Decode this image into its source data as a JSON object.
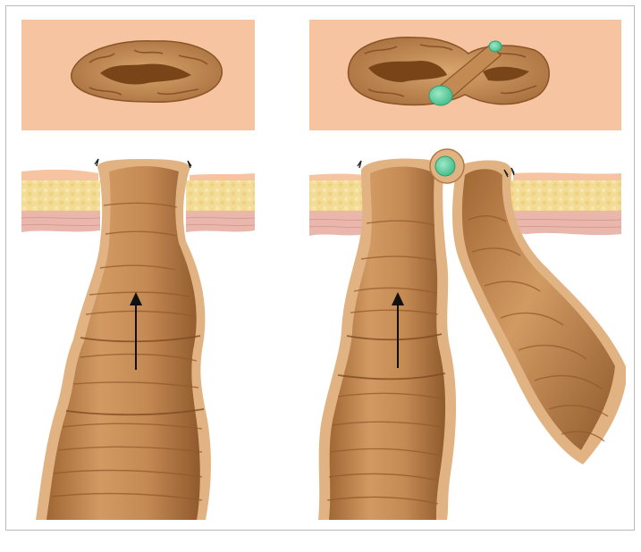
{
  "figure": {
    "panels": [
      {
        "id": "left",
        "view": "end-stoma"
      },
      {
        "id": "right",
        "view": "loop-stoma-with-rod"
      }
    ],
    "colors": {
      "skin_panel": "#f6c4a1",
      "bowel": "#c98f59",
      "bowel_dark": "#8b5427",
      "bowel_rim": "#e2b382",
      "fat": "#f3dc95",
      "muscle": "#eab7ad",
      "rod": "#58c79b",
      "arrow": "#111111"
    }
  }
}
